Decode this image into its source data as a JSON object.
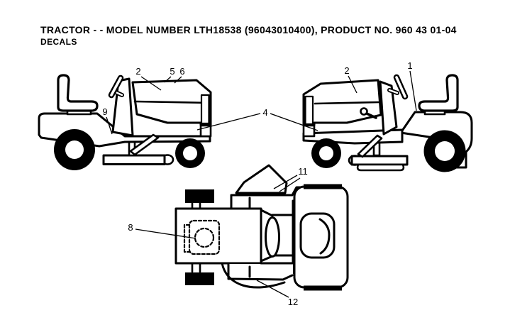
{
  "page": {
    "title": "TRACTOR - - MODEL NUMBER LTH18538 (96043010400), PRODUCT NO. 960 43 01-04",
    "subtitle": "DECALS"
  },
  "figure": {
    "callouts": {
      "left_2": "2",
      "left_5": "5",
      "left_6": "6",
      "left_9": "9",
      "center_4": "4",
      "right_2": "2",
      "right_1": "1",
      "bottom_11": "11",
      "bottom_8": "8",
      "bottom_12": "12"
    }
  },
  "colors": {
    "ink": "#000000",
    "paper": "#ffffff"
  }
}
